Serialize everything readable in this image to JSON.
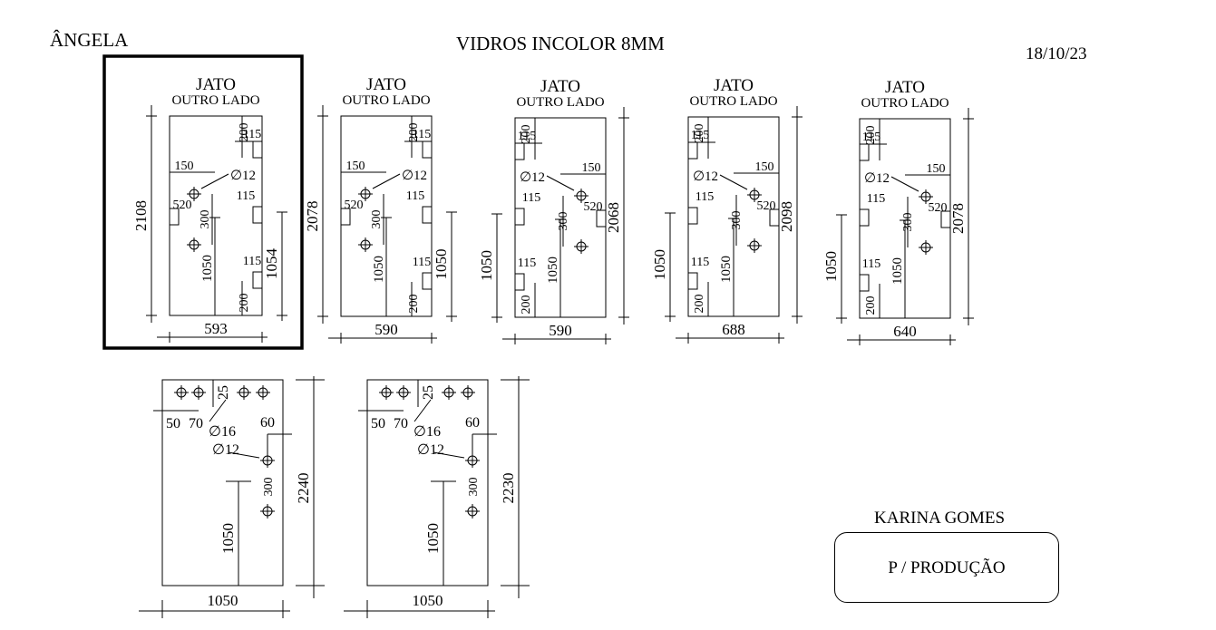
{
  "header": {
    "client": "ÂNGELA",
    "title": "VIDROS INCOLOR 8MM",
    "date": "18/10/23"
  },
  "glass_pieces_top": [
    {
      "id": "panel-1",
      "jato": "JATO",
      "outro_lado": "OUTRO LADO",
      "width": "593",
      "height": "2108",
      "dim_right": "1054",
      "dim_mid": "1050",
      "hole": "∅12",
      "labels": [
        "115",
        "200",
        "150",
        "520",
        "300",
        "115",
        "115",
        "200"
      ],
      "selected": true
    },
    {
      "id": "panel-2",
      "jato": "JATO",
      "outro_lado": "OUTRO LADO",
      "width": "590",
      "height": "2078",
      "dim_right": "1050",
      "dim_mid": "1050",
      "hole": "∅12",
      "labels": [
        "115",
        "200",
        "150",
        "520",
        "300",
        "115",
        "115",
        "200"
      ],
      "selected": false
    },
    {
      "id": "panel-3",
      "jato": "JATO",
      "outro_lado": "OUTRO LADO",
      "width": "590",
      "height": "2068",
      "dim_left": "1050",
      "dim_mid": "1050",
      "hole": "∅12",
      "labels": [
        "115",
        "200",
        "150",
        "520",
        "300",
        "115",
        "115",
        "200"
      ],
      "selected": false
    },
    {
      "id": "panel-4",
      "jato": "JATO",
      "outro_lado": "OUTRO LADO",
      "width": "688",
      "height": "2098",
      "dim_left": "1050",
      "dim_mid": "1050",
      "hole": "∅12",
      "labels": [
        "115",
        "200",
        "150",
        "520",
        "300",
        "115",
        "115",
        "200"
      ],
      "selected": false
    },
    {
      "id": "panel-5",
      "jato": "JATO",
      "outro_lado": "OUTRO LADO",
      "width": "640",
      "height": "2078",
      "dim_left": "1050",
      "dim_mid": "1050",
      "hole": "∅12",
      "labels": [
        "115",
        "200",
        "150",
        "520",
        "300",
        "115",
        "115",
        "200"
      ],
      "selected": false
    }
  ],
  "glass_pieces_bottom": [
    {
      "id": "panel-6",
      "width": "1050",
      "height": "2240",
      "dim_mid": "1050",
      "hole_big": "∅16",
      "hole_small": "∅12",
      "labels": [
        "50",
        "70",
        "25",
        "60",
        "300"
      ]
    },
    {
      "id": "panel-7",
      "width": "1050",
      "height": "2230",
      "dim_mid": "1050",
      "hole_big": "∅16",
      "hole_small": "∅12",
      "labels": [
        "50",
        "70",
        "25",
        "60",
        "300"
      ]
    }
  ],
  "footer": {
    "name": "KARINA GOMES",
    "stamp": "P / PRODUÇÃO"
  }
}
